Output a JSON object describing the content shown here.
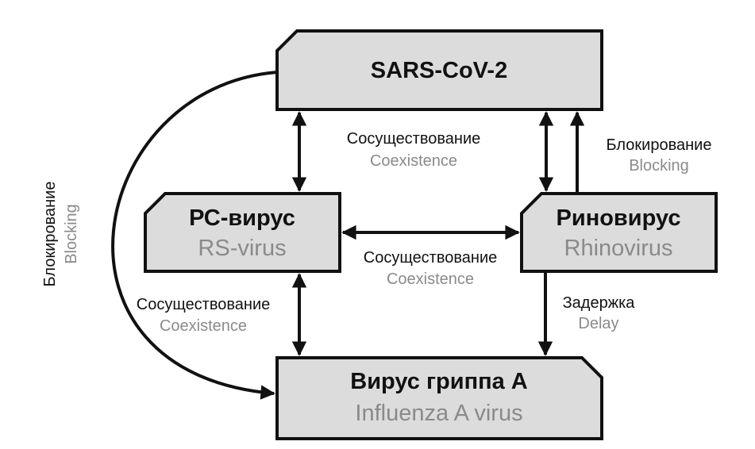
{
  "nodes": {
    "sars": {
      "ru": "SARS-CoV-2",
      "en": ""
    },
    "rsv": {
      "ru": "РС-вирус",
      "en": "RS-virus"
    },
    "rhino": {
      "ru": "Риновирус",
      "en": "Rhinovirus"
    },
    "flu": {
      "ru": "Вирус гриппа А",
      "en": "Influenza A virus"
    }
  },
  "edges": {
    "sars_rsv": {
      "ru": "Сосуществование",
      "en": "Coexistence"
    },
    "sars_rhino": {
      "ru": "Сосуществование",
      "en": "Coexistence"
    },
    "rhino_sars_blocking": {
      "ru": "Блокирование",
      "en": "Blocking"
    },
    "rsv_rhino": {
      "ru": "Сосуществование",
      "en": "Coexistence"
    },
    "rsv_flu": {
      "ru": "Сосуществование",
      "en": "Coexistence"
    },
    "rhino_flu": {
      "ru": "Задержка",
      "en": "Delay"
    },
    "sars_flu_blocking": {
      "ru": "Блокирование",
      "en": "Blocking"
    }
  },
  "colors": {
    "box_fill": "#dcdcdc",
    "stroke": "#111111",
    "secondary_text": "#8a8a8a"
  }
}
